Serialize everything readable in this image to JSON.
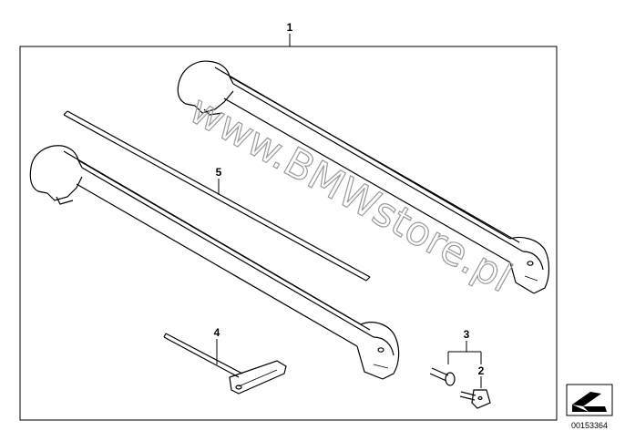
{
  "diagram": {
    "callouts": [
      "1",
      "2",
      "3",
      "4",
      "5"
    ],
    "watermark": "www.BMWstore.pl",
    "doc_number": "00153364"
  },
  "icons": {
    "corner": "navigation-arrow-icon"
  },
  "colors": {
    "line": "#000000",
    "watermark": "#9a9a9a"
  }
}
